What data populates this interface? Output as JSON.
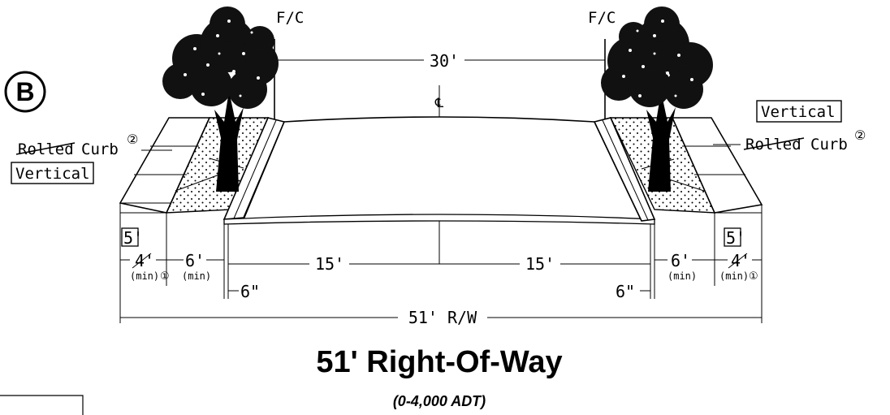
{
  "section_badge": "B",
  "face_of_curb_left": "F/C",
  "face_of_curb_right": "F/C",
  "centerline_symbol": "℄",
  "roadway_width": "30'",
  "curb_left": {
    "struck": "Rolled",
    "text": "Curb",
    "note": "②",
    "replacement": "Vertical"
  },
  "curb_right": {
    "struck": "Rolled",
    "text": "Curb",
    "note": "②",
    "replacement": "Vertical"
  },
  "dims_left": {
    "sidewalk_revised": "5'",
    "sidewalk_orig": "4'",
    "sidewalk_min": "(min)",
    "sidewalk_note": "①",
    "parkway": "6'",
    "parkway_min": "(min)",
    "curb": "6\"",
    "lane": "15'"
  },
  "dims_right": {
    "sidewalk_revised": "5'",
    "sidewalk_orig": "4'",
    "sidewalk_min": "(min)",
    "sidewalk_note": "①",
    "parkway": "6'",
    "parkway_min": "(min)",
    "curb": "6\"",
    "lane": "15'"
  },
  "total_row": "51' R/W",
  "title": "51' Right-Of-Way",
  "subtitle": "(0-4,000 ADT)"
}
